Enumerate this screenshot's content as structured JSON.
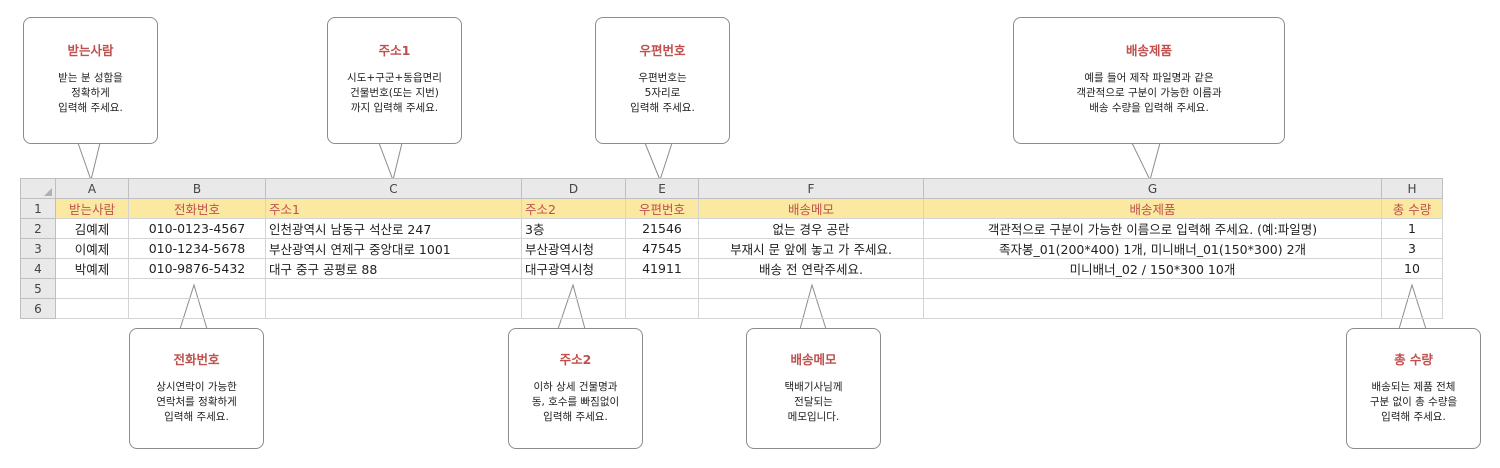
{
  "callouts_top": [
    {
      "title": "받는사람",
      "lines": [
        "받는 분 성함을",
        "정확하게",
        "입력해 주세요."
      ]
    },
    {
      "title": "주소1",
      "lines": [
        "시도+구군+동읍면리",
        "건물번호(또는 지번)",
        "까지 입력해 주세요."
      ]
    },
    {
      "title": "우편번호",
      "lines": [
        "우편번호는",
        "5자리로",
        "입력해 주세요."
      ]
    },
    {
      "title": "배송제품",
      "lines": [
        "예를 들어 제작 파일명과 같은",
        "객관적으로 구분이 가능한 이름과",
        "배송 수량을 입력해 주세요."
      ]
    }
  ],
  "callouts_bottom": [
    {
      "title": "전화번호",
      "lines": [
        "상시연락이 가능한",
        "연락처를 정확하게",
        "입력해 주세요."
      ]
    },
    {
      "title": "주소2",
      "lines": [
        "이하 상세 건물명과",
        "동, 호수를 빠짐없이",
        "입력해 주세요."
      ]
    },
    {
      "title": "배송메모",
      "lines": [
        "택배기사님께",
        "전달되는",
        "메모입니다."
      ]
    },
    {
      "title": "총 수량",
      "lines": [
        "배송되는 제품 전체",
        "구분 없이 총 수량을",
        "입력해 주세요."
      ]
    }
  ],
  "sheet": {
    "column_letters": [
      "A",
      "B",
      "C",
      "D",
      "E",
      "F",
      "G",
      "H"
    ],
    "row_numbers": [
      "1",
      "2",
      "3",
      "4",
      "5",
      "6"
    ],
    "headers": [
      "받는사람",
      "전화번호",
      "주소1",
      "주소2",
      "우편번호",
      "배송메모",
      "배송제품",
      "총 수량"
    ],
    "rows": [
      [
        "김예제",
        "010-0123-4567",
        "인천광역시 남동구 석산로 247",
        "3층",
        "21546",
        "없는 경우 공란",
        "객관적으로 구분이 가능한 이름으로 입력해 주세요. (예:파일명)",
        "1"
      ],
      [
        "이예제",
        "010-1234-5678",
        "부산광역시 연제구 중앙대로 1001",
        "부산광역시청",
        "47545",
        "부재시 문 앞에 놓고 가 주세요.",
        "족자봉_01(200*400) 1개, 미니배너_01(150*300) 2개",
        "3"
      ],
      [
        "박예제",
        "010-9876-5432",
        "대구 중구 공평로 88",
        "대구광역시청",
        "41911",
        "배송 전 연락주세요.",
        "미니배너_02 / 150*300 10개",
        "10"
      ],
      [
        "",
        "",
        "",
        "",
        "",
        "",
        "",
        ""
      ],
      [
        "",
        "",
        "",
        "",
        "",
        "",
        "",
        ""
      ]
    ]
  },
  "colors": {
    "callout_title": "#c0504d",
    "header_fill": "#fbe9a2",
    "header_text": "#c0504d"
  }
}
